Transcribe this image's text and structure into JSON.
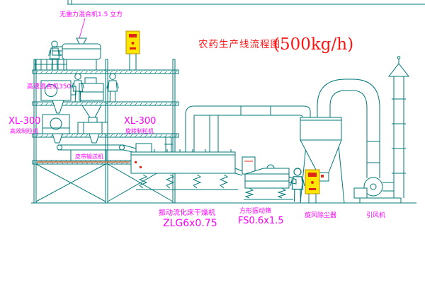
{
  "title": {
    "cn": "农药生产线流程图",
    "capacity": "(500kg/h)"
  },
  "labels": {
    "mixer_top": "无重力混合机1.5 立方",
    "high_speed_mixer": "高速混合机350",
    "granulator_left_model": "XL-300",
    "granulator_left_name": "高效制粒机",
    "granulator_mid_model": "XL-300",
    "granulator_mid_name": "旋转制粒机",
    "belt_conveyor": "皮带输送机",
    "fluid_bed_name": "振动流化床干燥机",
    "fluid_bed_model": "ZLG6x0.75",
    "screen_name": "方形振动筛",
    "screen_model": "FS0.6x1.5",
    "cyclone": "旋风除尘器",
    "fan": "引风机"
  },
  "colors": {
    "line": "#007878",
    "label": "#ff00ff",
    "title": "#ff1414",
    "cabinet": "#ffe600",
    "accent_red": "#e02818",
    "ground_edge": "#c06030",
    "background": "#ffffff"
  }
}
